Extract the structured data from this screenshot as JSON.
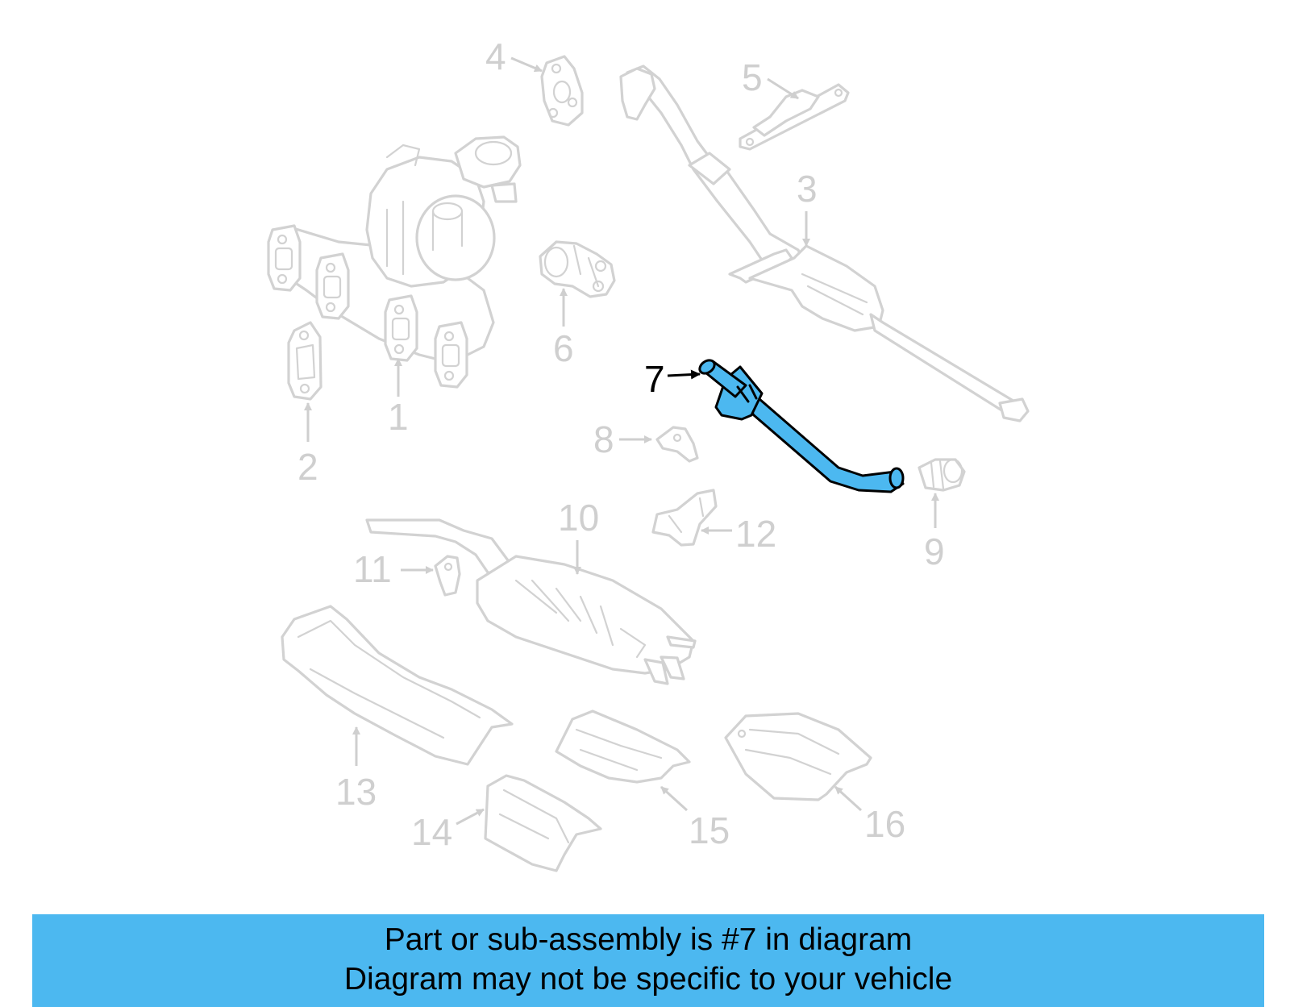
{
  "diagram": {
    "highlighted_callout": "7",
    "colors": {
      "highlight": "#4cb8f0",
      "ghost_parts": "#d2d2d2",
      "banner": "#4cb8f0"
    },
    "callouts": [
      "1",
      "2",
      "3",
      "4",
      "5",
      "6",
      "7",
      "8",
      "9",
      "10",
      "11",
      "12",
      "13",
      "14",
      "15",
      "16"
    ]
  },
  "banner": {
    "line1": "Part or sub-assembly is #7 in diagram",
    "line2": "Diagram may not be specific to your vehicle"
  }
}
